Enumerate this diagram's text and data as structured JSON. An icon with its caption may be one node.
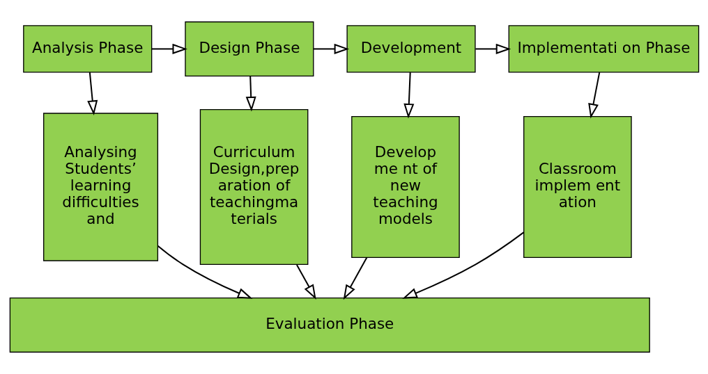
{
  "diagram": {
    "nodes": [
      {
        "text": [
          "Analysis Phase"
        ]
      },
      {
        "text": [
          "Design Phase"
        ]
      },
      {
        "text": [
          "Development"
        ]
      },
      {
        "text": [
          "Implementati on Phase"
        ]
      },
      {
        "text": [
          "Analysing Students’ learning difficulties and"
        ]
      },
      {
        "text": [
          "Curriculum Design,prep aration of teachingma terials"
        ]
      },
      {
        "text": [
          "Develop me nt of new teaching models"
        ]
      },
      {
        "text": [
          "Classroom implem ent ation"
        ]
      },
      {
        "text": [
          "Evaluation Phase"
        ]
      }
    ],
    "edges": [
      {
        "from": 0,
        "to": 1,
        "arrow": "to"
      },
      {
        "from": 1,
        "to": 2,
        "arrow": "to"
      },
      {
        "from": 2,
        "to": 3,
        "arrow": "to"
      },
      {
        "from": 0,
        "to": 4,
        "arrow": "to"
      },
      {
        "from": 1,
        "to": 5,
        "arrow": "to"
      },
      {
        "from": 2,
        "to": 6,
        "arrow": "to"
      },
      {
        "from": 3,
        "to": 7,
        "arrow": "to"
      },
      {
        "from": 4,
        "to": 8,
        "arrow": "to"
      },
      {
        "from": 5,
        "to": 8,
        "arrow": "to"
      },
      {
        "from": 6,
        "to": 8,
        "arrow": "to"
      },
      {
        "from": 7,
        "to": 8,
        "arrow": "to"
      }
    ]
  }
}
